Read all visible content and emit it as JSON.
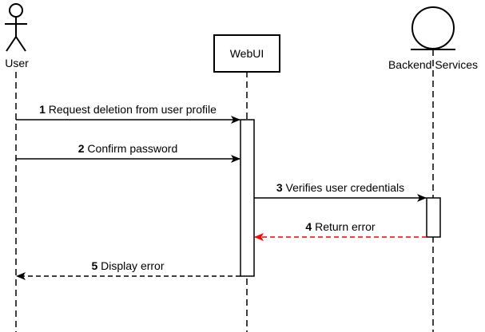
{
  "participants": {
    "user": {
      "label": "User"
    },
    "webui": {
      "label": "WebUI"
    },
    "backend": {
      "label": "Backend Services"
    }
  },
  "messages": [
    {
      "number": "1",
      "text": "Request deletion from user profile",
      "style": "solid",
      "color": "#000000"
    },
    {
      "number": "2",
      "text": "Confirm password",
      "style": "solid",
      "color": "#000000"
    },
    {
      "number": "3",
      "text": "Verifies user credentials",
      "style": "solid",
      "color": "#000000"
    },
    {
      "number": "4",
      "text": "Return error",
      "style": "dashed",
      "color": "#ff0000"
    },
    {
      "number": "5",
      "text": "Display error",
      "style": "dashed",
      "color": "#000000"
    }
  ]
}
